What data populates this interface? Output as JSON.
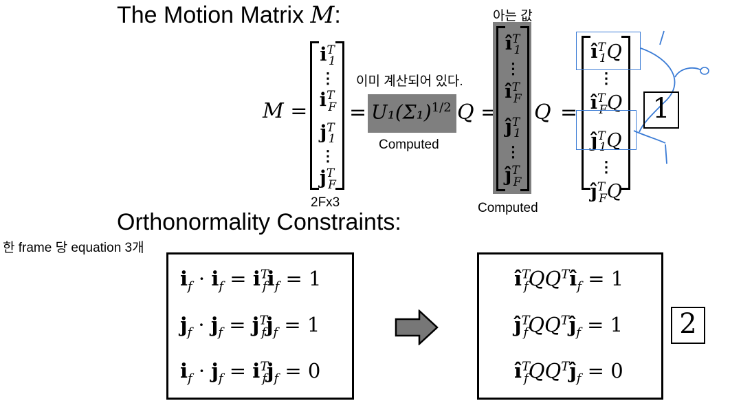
{
  "titles": {
    "motion_matrix_text": "The Motion Matrix ",
    "motion_matrix_symbol": "M",
    "motion_matrix_colon": ":",
    "orthonormality": "Orthonormality Constraints:"
  },
  "notes": {
    "known_value": "아는 값",
    "already_computed": "이미 계산되어 있다.",
    "per_frame": "한 frame 당 equation 3개",
    "size": "2Fx3"
  },
  "labels": {
    "computed_1": "Computed",
    "computed_2": "Computed"
  },
  "equation": {
    "lhs": "M =",
    "eq1": "=",
    "svd_term": "U₁(Σ₁)",
    "svd_exp": "1/2",
    "after_svd": "Q =",
    "after_hat": "Q",
    "eq3": "="
  },
  "matrix_plain": {
    "rows": [
      "i",
      "i",
      "j",
      "j"
    ],
    "subs": [
      "1",
      "F",
      "1",
      "F"
    ]
  },
  "box_labels": {
    "one": "1",
    "two": "2"
  },
  "constraints_left": [
    "i_f · i_f = i_f^T i_f = 1",
    "j_f · j_f = j_f^T j_f = 1",
    "i_f · j_f = i_f^T j_f = 0"
  ],
  "constraints_right": [
    "î_f^T Q Q^T î_f = 1",
    "ĵ_f^T Q Q^T ĵ_f = 1",
    "î_f^T Q Q^T ĵ_f = 0"
  ],
  "colors": {
    "gray_fill": "#7f7f7f",
    "annotation_blue": "#3a7bd5"
  }
}
